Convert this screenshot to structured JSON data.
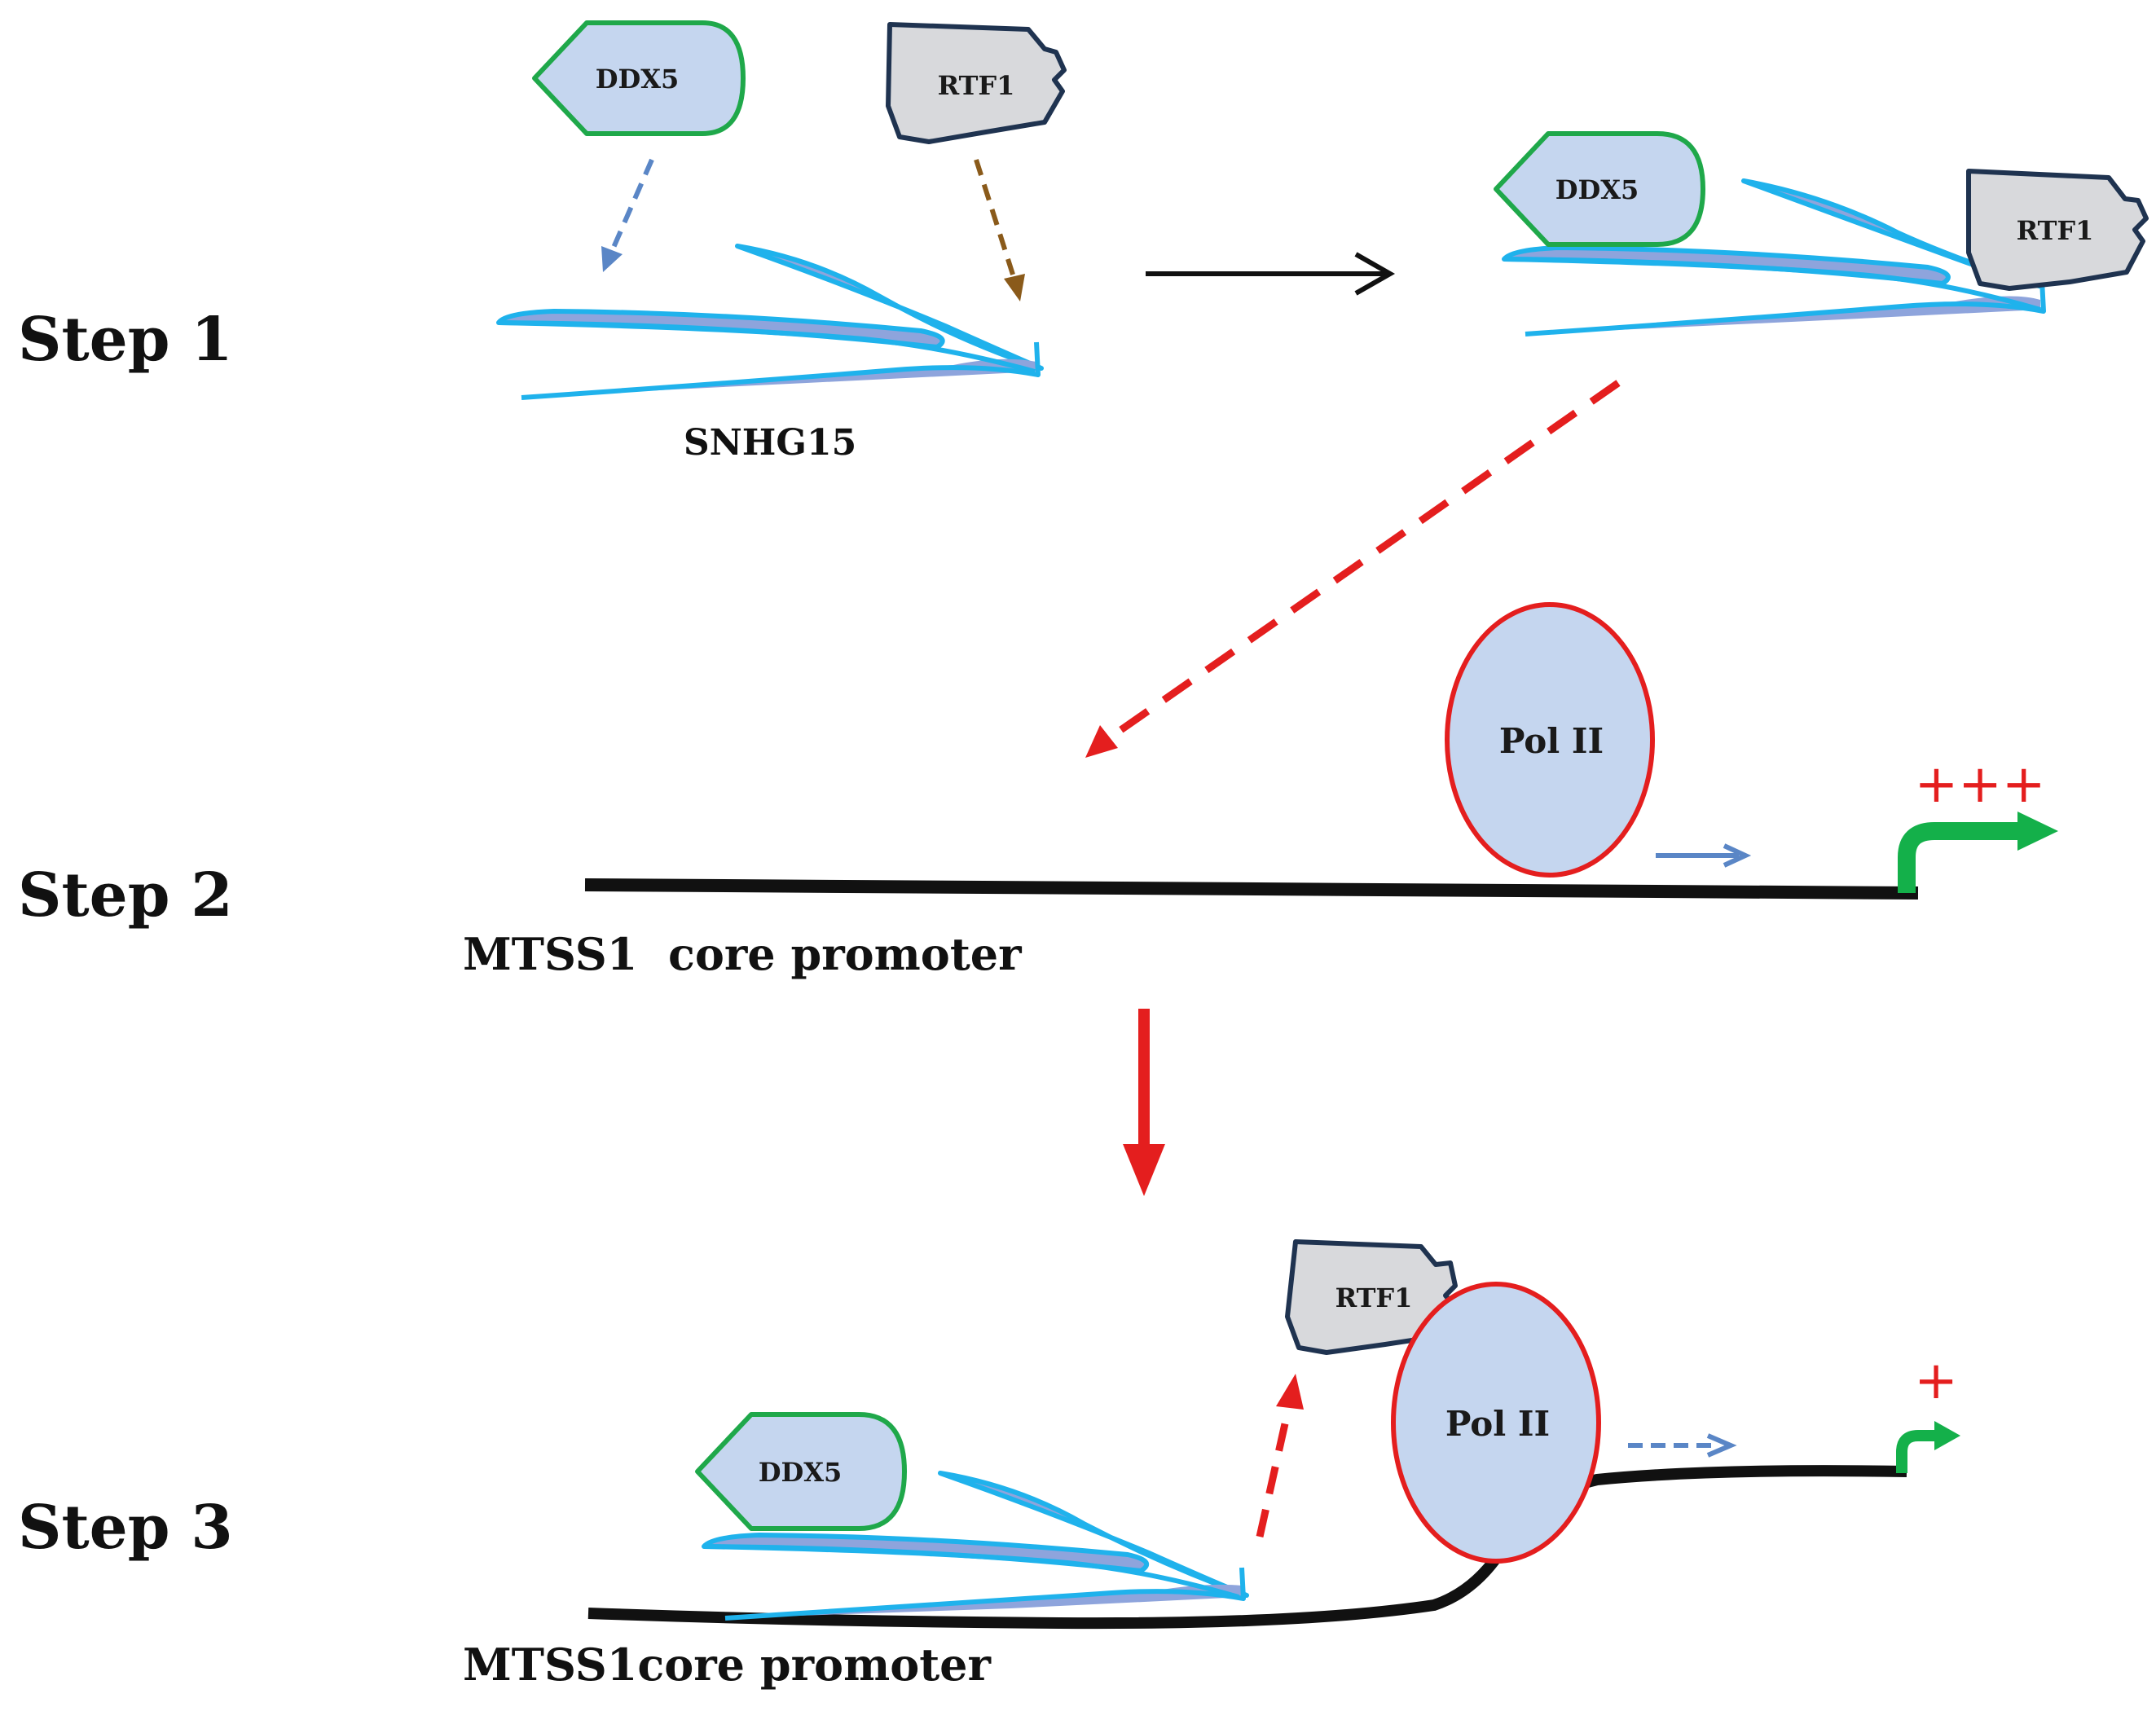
{
  "steps": {
    "step1": "Step 1",
    "step2": "Step 2",
    "step3": "Step 3"
  },
  "labels": {
    "ddx5": "DDX5",
    "rtf1": "RTF1",
    "snhg15": "SNHG15",
    "pol2": "Pol II",
    "promoter_step2": "MTSS1  core promoter",
    "promoter_step3": "MTSS1core promoter",
    "activation_high": "+++",
    "activation_low": "+"
  },
  "colors": {
    "rna_stroke": "#1fb2ec",
    "rna_fill": "#8ea4dc",
    "protein_fill": "#c5d6ef",
    "ddx5_stroke": "#1fa84a",
    "rtf1_stroke": "#1f3350",
    "rtf1_fill": "#d8d9dc",
    "pol_stroke": "#e41e1e",
    "arrow_red": "#e41e1e",
    "arrow_blue": "#5a86c6",
    "arrow_brown": "#8a5a1a",
    "tss_green": "#14b04a",
    "dna": "#111111"
  }
}
